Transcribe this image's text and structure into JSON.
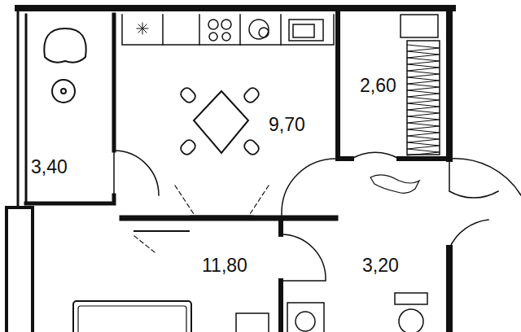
{
  "diagram": {
    "labels": [
      "3,40",
      "9,70",
      "2,60",
      "11,80",
      "3,20"
    ]
  }
}
